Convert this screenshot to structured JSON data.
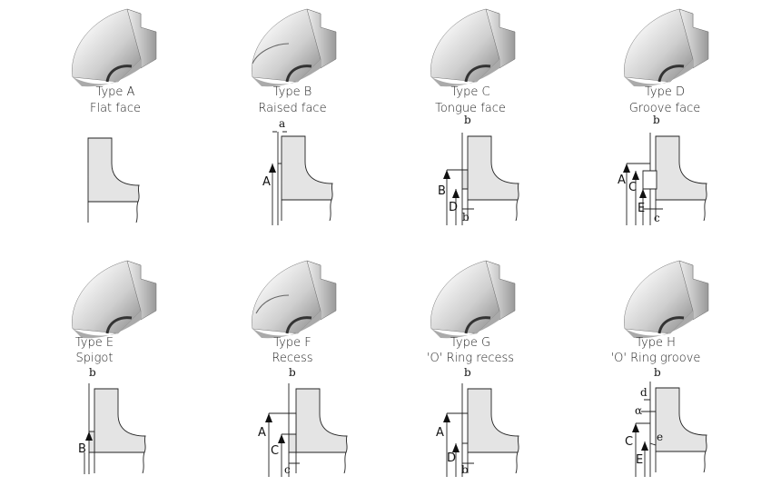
{
  "panels": [
    {
      "type": "Type A",
      "face": "Flat face",
      "dims": []
    },
    {
      "type": "Type B",
      "face": "Raised face",
      "dims": [
        "a",
        "A"
      ]
    },
    {
      "type": "Type C",
      "face": "Tongue face",
      "dims": [
        "b",
        "B",
        "D",
        "b"
      ]
    },
    {
      "type": "Type D",
      "face": "Groove face",
      "dims": [
        "b",
        "A",
        "C",
        "E",
        "c"
      ]
    },
    {
      "type": "Type E",
      "face": "Spigot",
      "dims": [
        "b",
        "B"
      ]
    },
    {
      "type": "Type F",
      "face": "Recess",
      "dims": [
        "b",
        "A",
        "C",
        "c"
      ]
    },
    {
      "type": "Type G",
      "face": "'O' Ring recess",
      "dims": [
        "b",
        "A",
        "D",
        "b"
      ]
    },
    {
      "type": "Type H",
      "face": "'O' Ring groove",
      "dims": [
        "b",
        "d",
        "α",
        "C",
        "e",
        "E"
      ]
    }
  ]
}
